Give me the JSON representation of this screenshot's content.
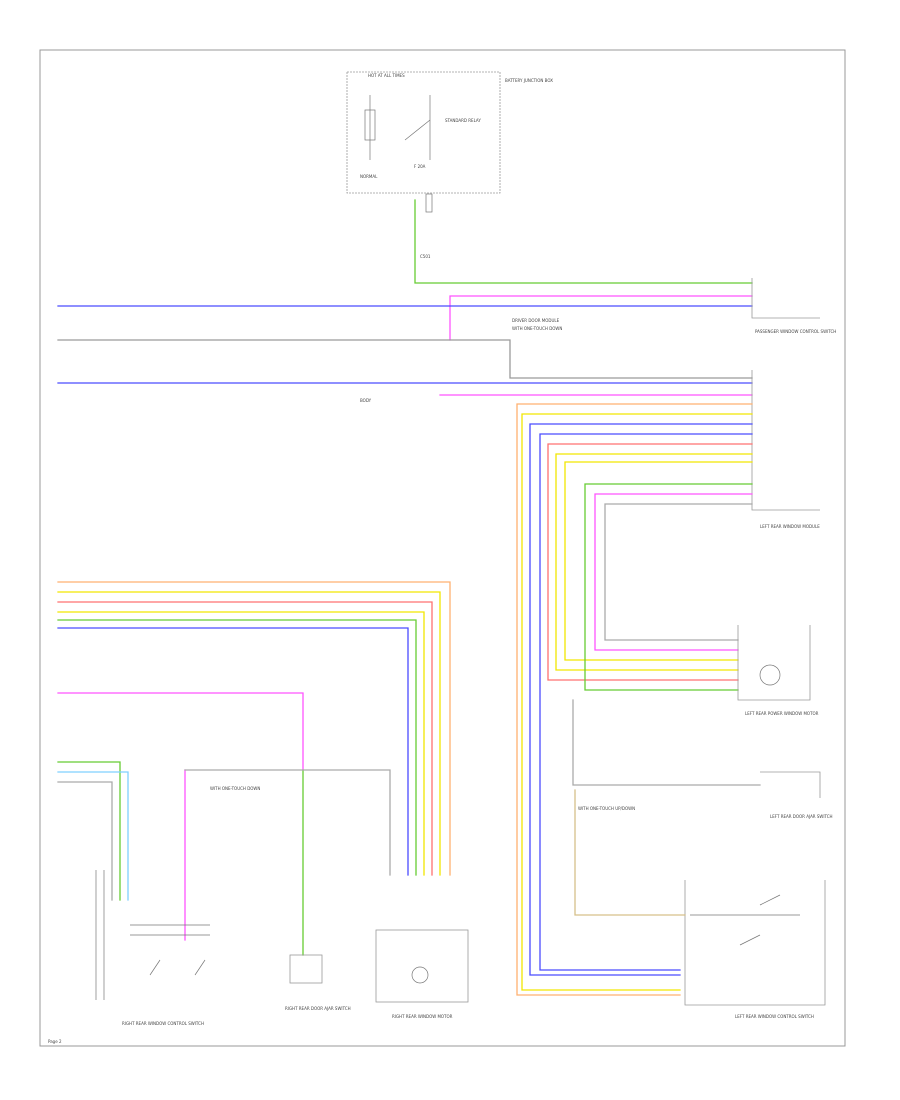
{
  "diagram": {
    "sheet_tag": "Page 2",
    "fuse_box_title": "HOT AT ALL TIMES",
    "fuse_box_name": "BATTERY JUNCTION BOX",
    "relay_label": "STANDARD RELAY",
    "fuse_label": "F 20A",
    "bcm_name": "DRIVER DOOR MODULE",
    "bcm_pin_label": "C501",
    "right_rear_window_switch": "RIGHT REAR WINDOW CONTROL SWITCH",
    "right_rear_door_ajar": "RIGHT REAR DOOR AJAR SWITCH",
    "right_rear_motor": "RIGHT REAR WINDOW MOTOR",
    "left_rear_motor": "LEFT REAR POWER WINDOW MOTOR",
    "left_rear_module": "LEFT REAR WINDOW MODULE",
    "left_rear_door_ajar": "LEFT REAR DOOR AJAR SWITCH",
    "left_rear_window_switch": "LEFT REAR WINDOW CONTROL SWITCH",
    "passenger_module": "PASSENGER WINDOW CONTROL SWITCH",
    "note_left": "WITH ONE-TOUCH DOWN",
    "note_right": "WITH ONE-TOUCH UP/DOWN",
    "wire_colors": {
      "violet": "#4a4cff",
      "pink": "#ff55ff",
      "green": "#66cc33",
      "yellow": "#f2e600",
      "orange": "#f5b060",
      "lightblue": "#7fd0ff",
      "grey": "#9a9a9a",
      "tan": "#d6c08a",
      "red": "#ff7070"
    }
  }
}
